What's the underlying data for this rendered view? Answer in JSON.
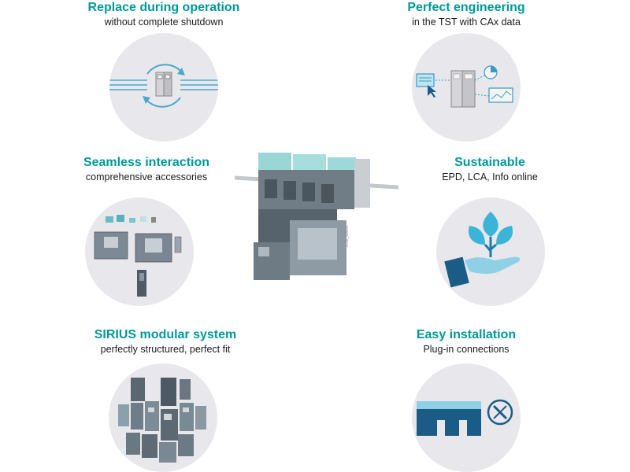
{
  "features": {
    "replace": {
      "title": "Replace during operation",
      "subtitle": "without complete shutdown"
    },
    "engineering": {
      "title": "Perfect engineering",
      "subtitle": "in the TST with CAx data"
    },
    "seamless": {
      "title": "Seamless interaction",
      "subtitle": "comprehensive accessories"
    },
    "sustainable": {
      "title": "Sustainable",
      "subtitle": "EPD, LCA, Info online"
    },
    "sirius": {
      "title": "SIRIUS modular system",
      "subtitle": "perfectly structured, perfect fit"
    },
    "installation": {
      "title": "Easy installation",
      "subtitle": "Plug-in connections"
    }
  },
  "product_image": {
    "code": "IC02_00008"
  },
  "colors": {
    "accent": "#009999",
    "circle_bg": "#e8e8ec",
    "icon_blue": "#4aa8c8",
    "icon_dark": "#1a5c85",
    "leaf": "#3cb4d8"
  },
  "icons": [
    "rotate-arrows-device-icon",
    "cad-engineering-icon",
    "accessories-photo",
    "plant-hand-icon",
    "modular-system-photo",
    "plug-in-tool-icon"
  ]
}
